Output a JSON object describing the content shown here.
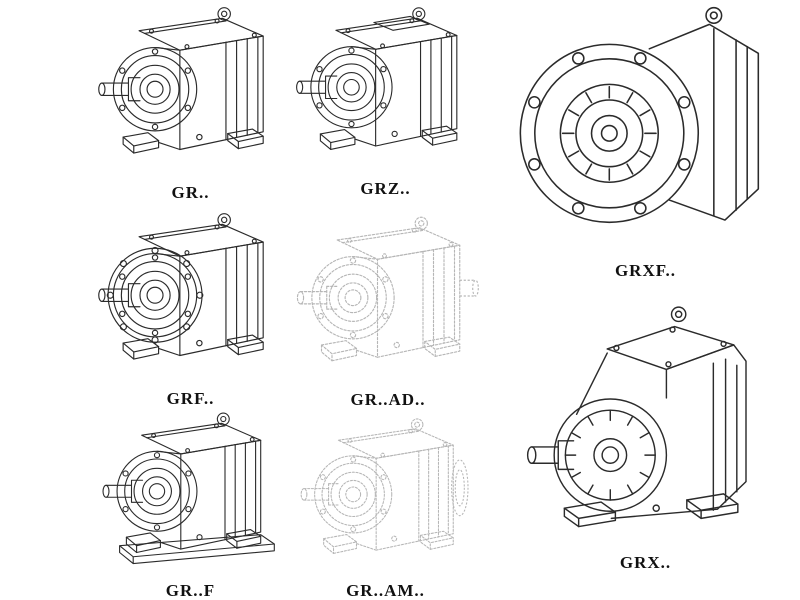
{
  "page": {
    "background": "#ffffff",
    "line_color": "#2b2b2b",
    "ghost_line_color": "#b6b6b6",
    "label_color": "#111111"
  },
  "figures": [
    {
      "id": "gr",
      "label": "GR..",
      "style": "solid",
      "drawing": "foot-mounted-helical-gear-unit"
    },
    {
      "id": "grz",
      "label": "GRZ..",
      "style": "solid",
      "drawing": "foot-mounted-helical-gear-unit-raised-cover"
    },
    {
      "id": "grxf",
      "label": "GRXF..",
      "style": "solid",
      "drawing": "flange-mounted-helical-gear-unit-front-view"
    },
    {
      "id": "grf",
      "label": "GRF..",
      "style": "solid",
      "drawing": "flange-helical-gear-unit"
    },
    {
      "id": "gr-ad",
      "label": "GR..AD..",
      "style": "ghost",
      "drawing": "helical-gear-unit-with-input-adapter"
    },
    {
      "id": "gr-f",
      "label": "GR..F",
      "style": "solid",
      "drawing": "helical-gear-unit-on-base-plate"
    },
    {
      "id": "gr-am",
      "label": "GR..AM..",
      "style": "ghost",
      "drawing": "helical-gear-unit-with-motor-adapter-flange"
    },
    {
      "id": "grx",
      "label": "GRX..",
      "style": "solid",
      "drawing": "large-foot-mounted-helical-gear-unit"
    }
  ]
}
